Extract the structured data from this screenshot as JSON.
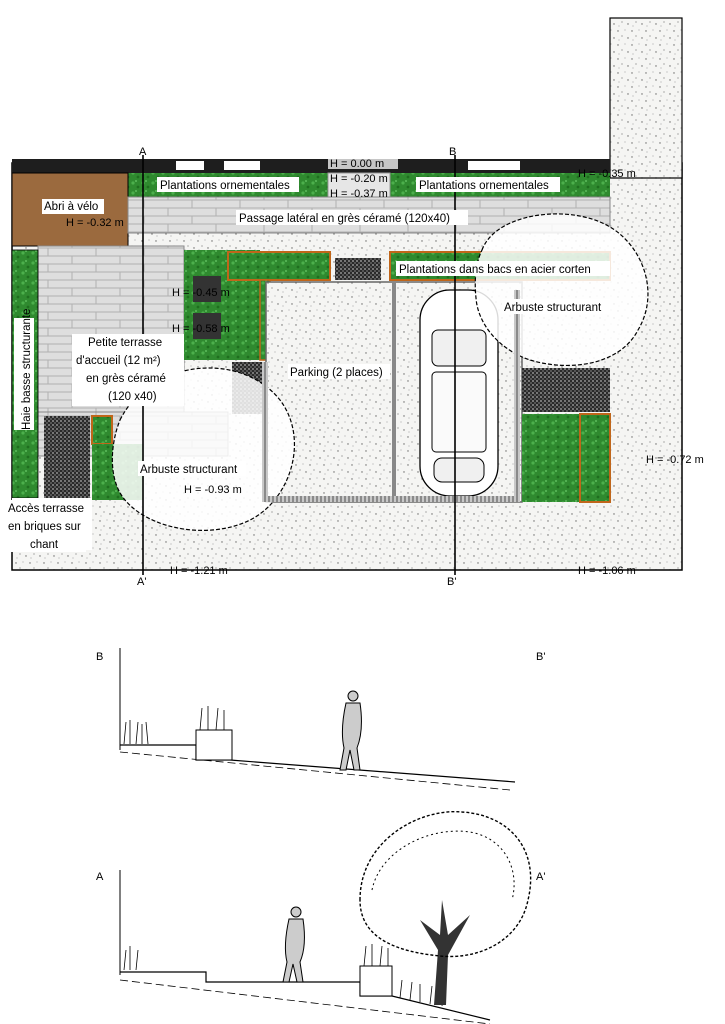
{
  "plan": {
    "labels": {
      "bike_shelter": "Abri à vélo",
      "ornamental_left": "Plantations ornementales",
      "ornamental_right": "Plantations ornementales",
      "side_passage": "Passage latéral en grès céramé (120x40)",
      "corten_planters": "Plantations dans bacs en acier corten",
      "shrub_right": "Arbuste structurant",
      "shrub_left": "Arbuste structurant",
      "parking": "Parking (2 places)",
      "terrace_line1": "Petite terrasse",
      "terrace_line2": "d'accueil (12 m²)",
      "terrace_line3": "en grès céramé",
      "terrace_line4": "(120 x40)",
      "hedge": "Haie basse structurante",
      "brick_line1": "Accès terrasse",
      "brick_line2": "en briques sur",
      "brick_line3": "chant"
    },
    "levels": {
      "h_000": "H =   0.00 m",
      "h_020": "H =  -0.20 m",
      "h_037": "H =  -0.37 m",
      "h_035": "H = -0.35 m",
      "h_032": "H =  -0.32 m",
      "h_045": "H = -0.45 m",
      "h_058": "H = -0.58 m",
      "h_093": "H = -0.93 m",
      "h_072": "H = -0.72 m",
      "h_121": "H = -1.21 m",
      "h_106": "H = -1.06 m"
    },
    "section_marks": {
      "a_top": "A",
      "b_top": "B",
      "a_bottom": "A'",
      "b_bottom": "B'"
    }
  },
  "sections": {
    "bb": {
      "left": "B",
      "right": "B'"
    },
    "aa": {
      "left": "A",
      "right": "A'"
    }
  },
  "colors": {
    "green": "#2f8a2f",
    "wood": "#9b6a3e",
    "corten": "#c0661a",
    "paving": "#e0e0e0",
    "gravel": "#f4f4f2",
    "dark": "#1e1e1e"
  }
}
